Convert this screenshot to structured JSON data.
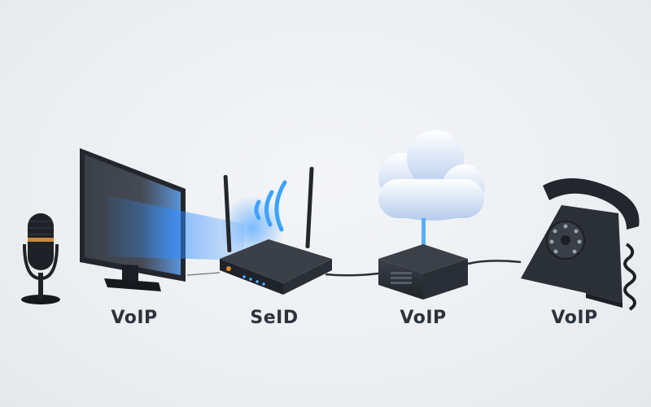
{
  "labels": [
    {
      "text": "VoIP",
      "icon": "microphone-icon"
    },
    {
      "text": "SeID",
      "icon": "wifi-router-icon"
    },
    {
      "text": "VoIP",
      "icon": "cloud-gateway-icon"
    },
    {
      "text": "VoIP",
      "icon": "rotary-telephone-icon"
    }
  ],
  "colors": {
    "background": "#eef0f4",
    "device_dark": "#2b2f36",
    "accent_blue": "#2f8cff",
    "cloud": "#c9d9f2",
    "label_text": "#2c333c"
  },
  "extra_icons": [
    "monitor-icon",
    "wifi-signal-icon",
    "cable-line"
  ]
}
